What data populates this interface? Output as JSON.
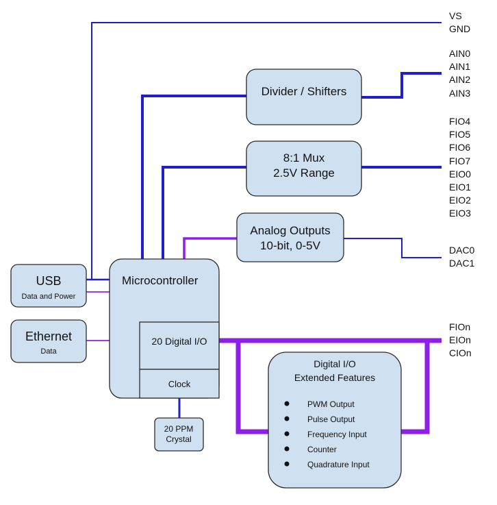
{
  "power": {
    "vs": "VS",
    "gnd": "GND"
  },
  "analog_inputs": [
    "AIN0",
    "AIN1",
    "AIN2",
    "AIN3"
  ],
  "flex_io": [
    "FIO4",
    "FIO5",
    "FIO6",
    "FIO7",
    "EIO0",
    "EIO1",
    "EIO2",
    "EIO3"
  ],
  "dac_outputs": [
    "DAC0",
    "DAC1"
  ],
  "digital_outputs": [
    "FIOn",
    "EIOn",
    "CIOn"
  ],
  "blocks": {
    "divider": "Divider / Shifters",
    "mux_line1": "8:1 Mux",
    "mux_line2": "2.5V Range",
    "analog_out_line1": "Analog Outputs",
    "analog_out_line2": "10-bit, 0-5V",
    "usb_title": "USB",
    "usb_sub": "Data and Power",
    "ethernet_title": "Ethernet",
    "ethernet_sub": "Data",
    "micro": "Microcontroller",
    "digital_io": "20 Digital I/O",
    "clock": "Clock",
    "crystal_line1": "20 PPM",
    "crystal_line2": "Crystal",
    "ext_title1": "Digital I/O",
    "ext_title2": "Extended Features"
  },
  "features": [
    "PWM Output",
    "Pulse Output",
    "Frequency Input",
    "Counter",
    "Quadrature Input"
  ],
  "colors": {
    "box_fill": "#cfe0f1",
    "bus_blue": "#1f1fd0",
    "bus_purple": "#8f1fe6"
  }
}
